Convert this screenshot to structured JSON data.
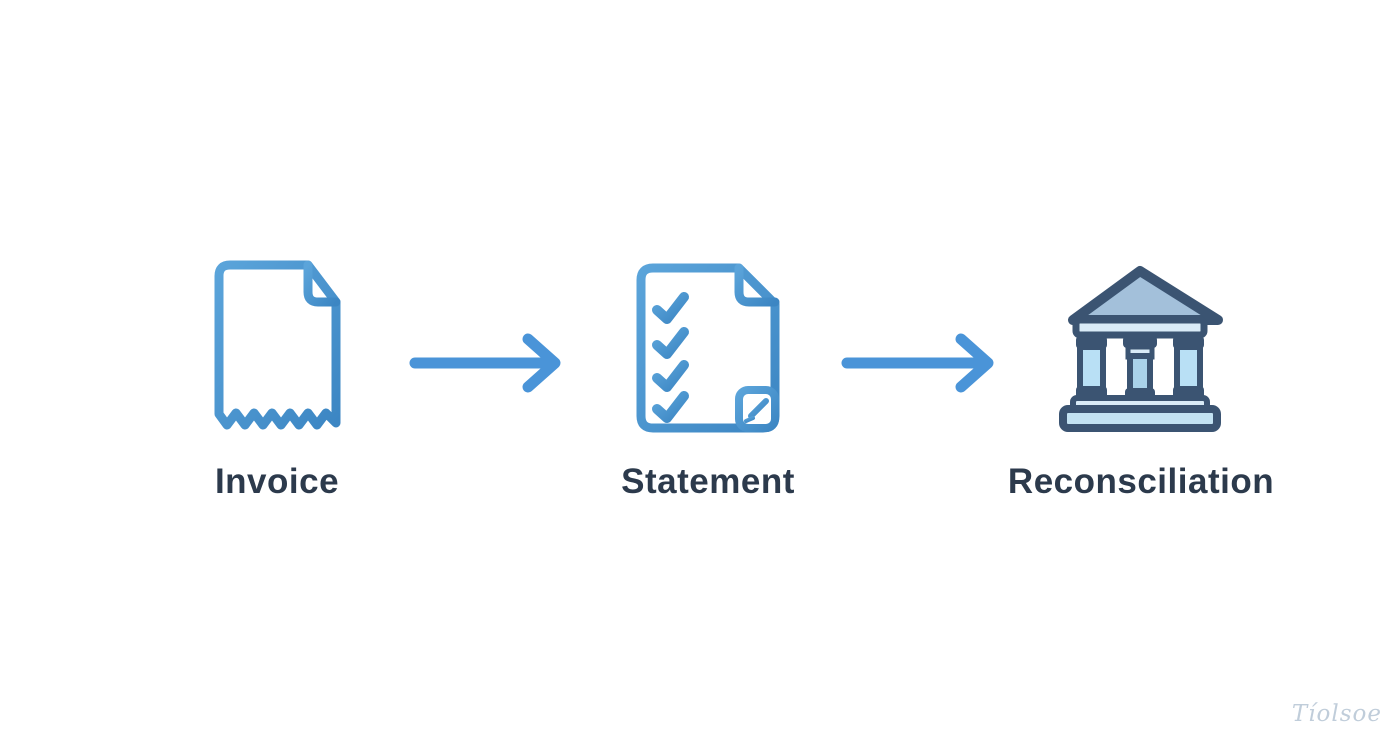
{
  "diagram": {
    "type": "process-flow",
    "steps": [
      {
        "id": "invoice",
        "label": "Invoice",
        "icon": "invoice-receipt-icon"
      },
      {
        "id": "statement",
        "label": "Statement",
        "icon": "statement-checklist-icon"
      },
      {
        "id": "reconciliation",
        "label": "Reconsciliation",
        "icon": "bank-building-icon"
      }
    ],
    "connectors": [
      {
        "from": "invoice",
        "to": "statement",
        "type": "arrow-right"
      },
      {
        "from": "statement",
        "to": "reconciliation",
        "type": "arrow-right"
      }
    ]
  },
  "watermark": {
    "text": "Tíolsoe"
  },
  "colors": {
    "background": "#ffffff",
    "accent_blue_light": "#5ba4da",
    "accent_blue_deep": "#3c86c3",
    "arrow_blue": "#4a94d8",
    "label_dark": "#2c3a4c",
    "navy": "#3b5472",
    "roof_fill": "#a3c0da",
    "beam_fill": "#d9ebf7",
    "column_fill": "#b9e0f5",
    "column_center_fill": "#a9d2ea",
    "base_fill": "#c2e2f2",
    "watermark": "#b6c5d4"
  }
}
